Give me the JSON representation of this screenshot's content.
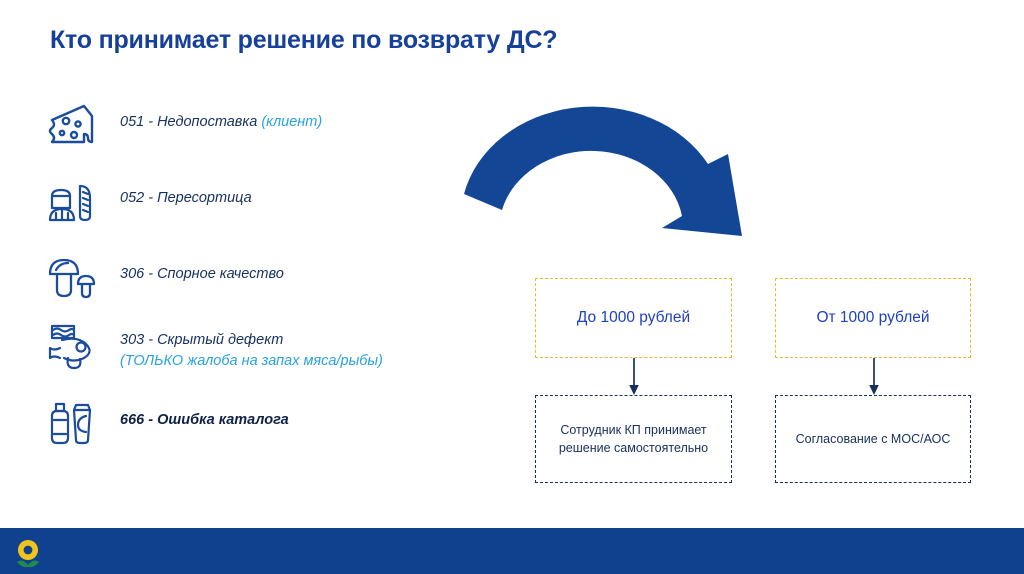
{
  "slide": {
    "title": "Кто принимает решение по возврату ДС?",
    "title_color": "#17409a",
    "background": "#ffffff"
  },
  "reasons": [
    {
      "icon": "cheese-icon",
      "code": "051",
      "label": "051 - Недопоставка ",
      "accent": "(клиент)",
      "sub": "",
      "bold": false
    },
    {
      "icon": "bread-icon",
      "code": "052",
      "label": "052 - Пересортица",
      "accent": "",
      "sub": "",
      "bold": false
    },
    {
      "icon": "mushroom-icon",
      "code": "306",
      "label": "306 - Спорное качество",
      "accent": "",
      "sub": "",
      "bold": false
    },
    {
      "icon": "meat-fish-icon",
      "code": "303",
      "label": "303 - Скрытый дефект",
      "accent": "",
      "sub": "(ТОЛЬКО жалоба на запах мяса/рыбы)",
      "bold": false
    },
    {
      "icon": "cosmetics-icon",
      "code": "666",
      "label": "666 - Ошибка каталога",
      "accent": "",
      "sub": "",
      "bold": true
    }
  ],
  "flow": {
    "arrow": "curved-arrow-right",
    "left": {
      "amount": "До 1000 рублей",
      "action": "Сотрудник КП принимает решение самостоятельно"
    },
    "right": {
      "amount": "От 1000 рублей",
      "action": "Согласование с МОС/АОС"
    }
  },
  "colors": {
    "navy": "#17305e",
    "brand_blue": "#17409a",
    "light_blue": "#29a3e0",
    "gold": "#e8b832",
    "footer": "#10418f",
    "logo_yellow": "#f0c419",
    "logo_green": "#1f8a4c"
  },
  "footer": {
    "logo": "ring-leaf-logo"
  }
}
